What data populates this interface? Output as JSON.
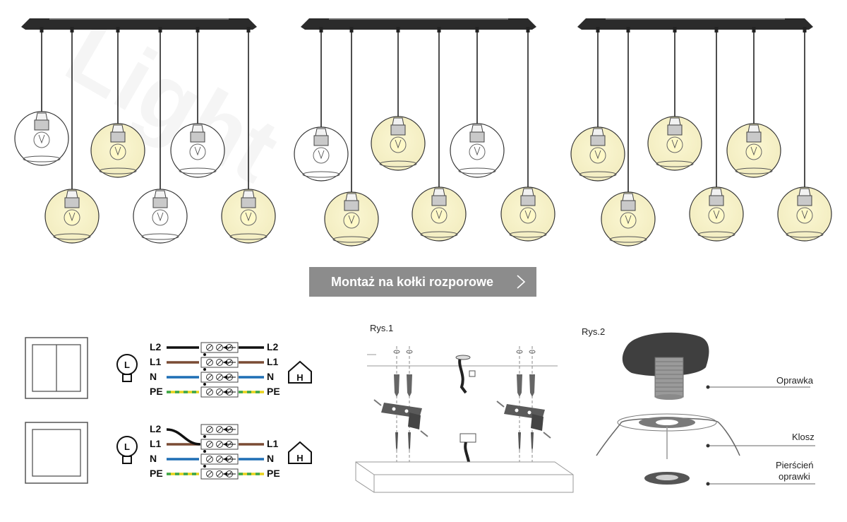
{
  "banner": {
    "label": "Montaż na kołki rozporowe"
  },
  "wiring": {
    "rows_top": [
      {
        "left": "L2",
        "right": "L2"
      },
      {
        "left": "L1",
        "right": "L1"
      },
      {
        "left": "N",
        "right": "N"
      },
      {
        "left": "PE",
        "right": "PE"
      }
    ],
    "rows_bottom": [
      {
        "left": "L2",
        "right": ""
      },
      {
        "left": "L1",
        "right": "L1"
      },
      {
        "left": "N",
        "right": "N"
      },
      {
        "left": "PE",
        "right": "PE"
      }
    ],
    "lamp_letter": "L",
    "house_letter": "H"
  },
  "figure1": {
    "title": "Rys.1"
  },
  "figure2": {
    "title": "Rys.2",
    "labels": {
      "oprawka": "Oprawka",
      "klosz": "Klosz",
      "pierscien_1": "Pierścień",
      "pierscien_2": "oprawki"
    }
  },
  "colors": {
    "lit": "#f6f2c8",
    "canopy": "#2b2b2b",
    "brown": "#7a4b34",
    "blue": "#1f6fb5",
    "green": "#3aa64a",
    "yellow": "#e8d21a",
    "banner": "#8c8c8c"
  }
}
